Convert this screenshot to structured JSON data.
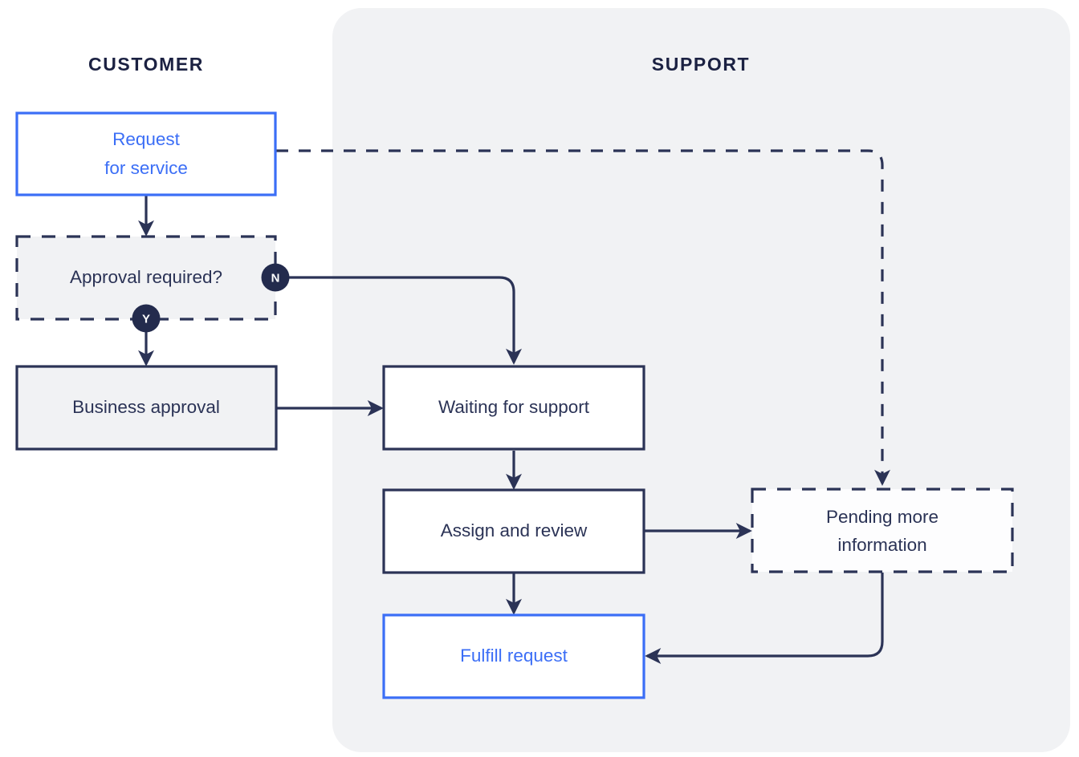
{
  "diagram": {
    "title_hidden": "",
    "colors": {
      "panel_fill": "#f1f2f4",
      "page_background": "#ffffff",
      "stroke_dark": "#2b3356",
      "stroke_blue": "#3b6ef6",
      "node_fill_white": "#ffffff",
      "node_fill_gray": "#f1f2f4",
      "badge_fill": "#232b4d",
      "badge_text": "#ffffff"
    },
    "swimlanes": [
      {
        "id": "customer",
        "label": "CUSTOMER"
      },
      {
        "id": "support",
        "label": "SUPPORT"
      }
    ],
    "nodes": [
      {
        "id": "request-for-service",
        "lines": [
          "Request",
          "for service"
        ],
        "style": "solid-blue",
        "lane": "customer"
      },
      {
        "id": "approval-required",
        "lines": [
          "Approval required?"
        ],
        "style": "dashed-gray",
        "lane": "customer"
      },
      {
        "id": "business-approval",
        "lines": [
          "Business approval"
        ],
        "style": "solid-gray",
        "lane": "customer"
      },
      {
        "id": "waiting-for-support",
        "lines": [
          "Waiting for support"
        ],
        "style": "solid-white",
        "lane": "support"
      },
      {
        "id": "assign-and-review",
        "lines": [
          "Assign and review"
        ],
        "style": "solid-white",
        "lane": "support"
      },
      {
        "id": "pending-more-information",
        "lines": [
          "Pending more",
          "information"
        ],
        "style": "dashed-white",
        "lane": "support"
      },
      {
        "id": "fulfill-request",
        "lines": [
          "Fulfill request"
        ],
        "style": "solid-blue",
        "lane": "support"
      }
    ],
    "branch_badges": [
      {
        "id": "branch-yes",
        "label": "Y",
        "from": "approval-required",
        "to": "business-approval"
      },
      {
        "id": "branch-no",
        "label": "N",
        "from": "approval-required",
        "to": "waiting-for-support"
      }
    ],
    "edges": [
      {
        "id": "edge-request-to-approval",
        "from": "request-for-service",
        "to": "approval-required",
        "style": "solid"
      },
      {
        "id": "edge-approval-yes-to-business",
        "from": "approval-required",
        "to": "business-approval",
        "style": "solid",
        "label": "Y"
      },
      {
        "id": "edge-approval-no-to-waiting",
        "from": "approval-required",
        "to": "waiting-for-support",
        "style": "solid",
        "label": "N"
      },
      {
        "id": "edge-business-to-waiting",
        "from": "business-approval",
        "to": "waiting-for-support",
        "style": "solid"
      },
      {
        "id": "edge-waiting-to-assign",
        "from": "waiting-for-support",
        "to": "assign-and-review",
        "style": "solid"
      },
      {
        "id": "edge-assign-to-fulfill",
        "from": "assign-and-review",
        "to": "fulfill-request",
        "style": "solid"
      },
      {
        "id": "edge-assign-to-pending",
        "from": "assign-and-review",
        "to": "pending-more-information",
        "style": "solid"
      },
      {
        "id": "edge-request-to-pending",
        "from": "request-for-service",
        "to": "pending-more-information",
        "style": "dashed"
      },
      {
        "id": "edge-pending-to-fulfill",
        "from": "pending-more-information",
        "to": "fulfill-request",
        "style": "solid"
      }
    ]
  }
}
